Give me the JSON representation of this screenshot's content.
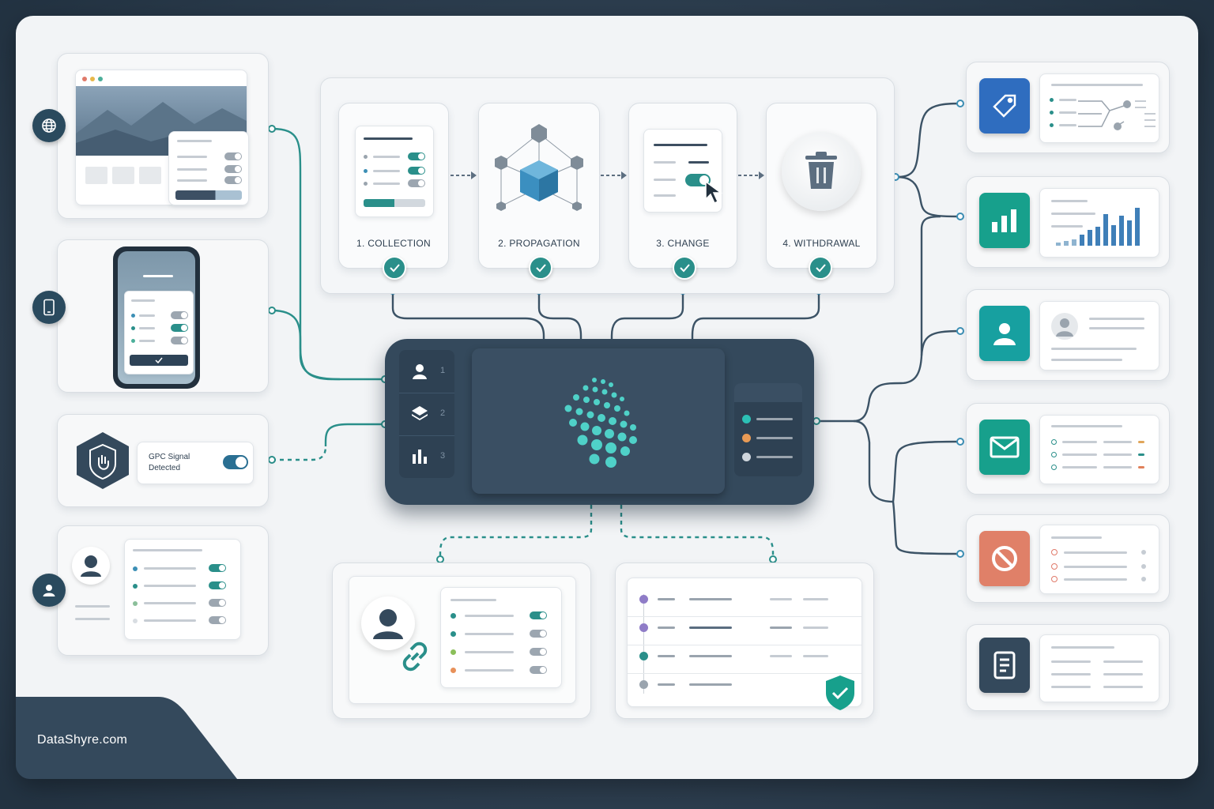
{
  "steps": [
    {
      "label": "1. COLLECTION"
    },
    {
      "label": "2. PROPAGATION"
    },
    {
      "label": "3. CHANGE"
    },
    {
      "label": "4. WITHDRAWAL"
    }
  ],
  "gpc": {
    "line1": "GPC Signal",
    "line2": "Detected"
  },
  "hub": {
    "side_numbers": [
      "1",
      "2",
      "3"
    ]
  },
  "brand": {
    "text": "DataShyre.com"
  },
  "colors": {
    "teal": "#2a8f8a",
    "navy": "#34495c",
    "blue": "#2f6dbf",
    "green": "#17a08c",
    "coral": "#e08068"
  },
  "icons": {
    "sources": [
      "globe-icon",
      "phone-icon",
      "gpc-shield-hand-icon",
      "user-icon"
    ],
    "destinations": [
      "tag-icon",
      "bar-chart-icon",
      "user-profile-icon",
      "mail-icon",
      "block-icon",
      "document-icon"
    ]
  }
}
